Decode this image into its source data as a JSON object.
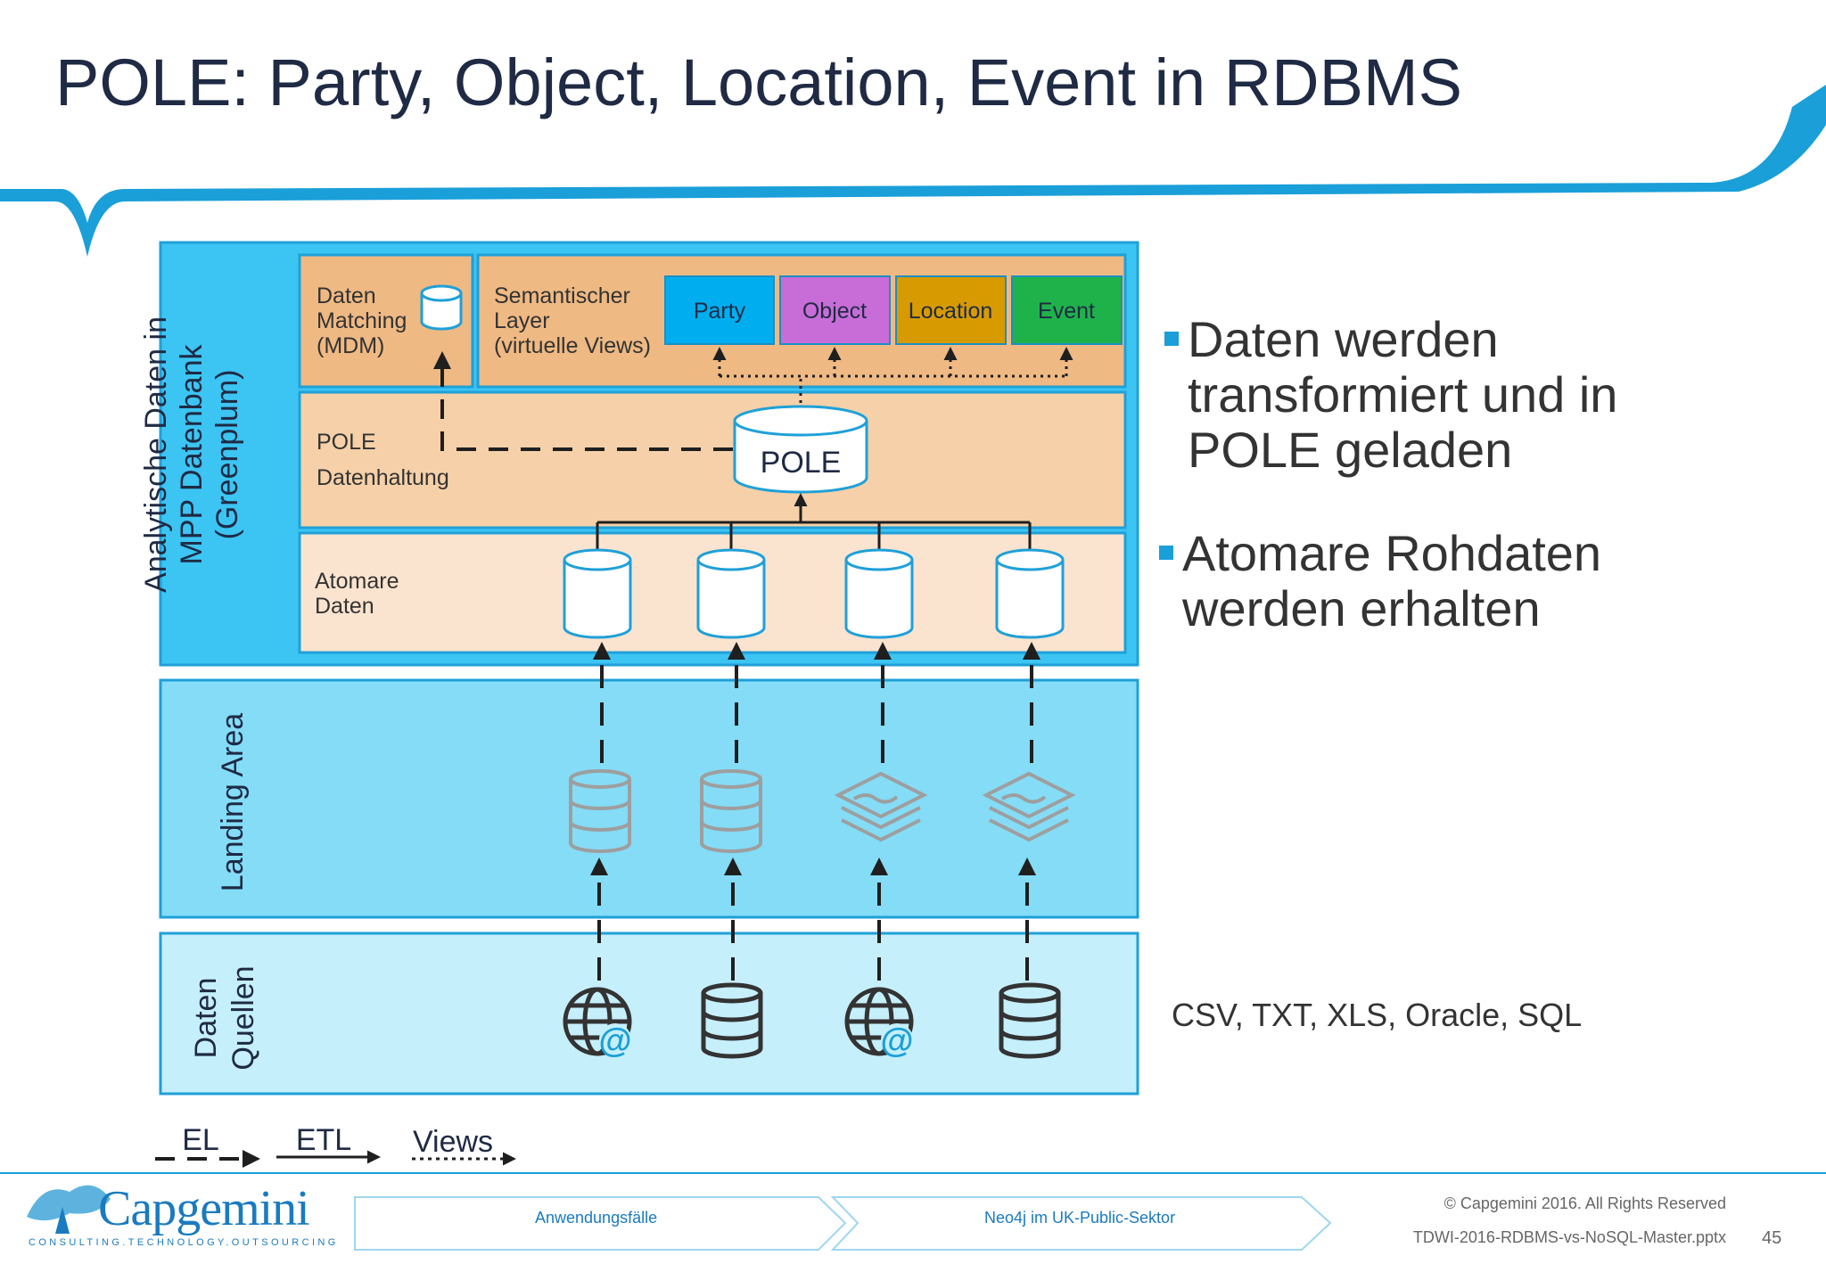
{
  "title": "POLE: Party, Object, Location, Event in RDBMS",
  "diagram": {
    "bands": {
      "analytics": [
        "Analytische Daten in",
        "MPP Datenbank",
        "(Greenplum)"
      ],
      "landing": "Landing Area",
      "sources": [
        "Daten",
        "Quellen"
      ]
    },
    "mdm": [
      "Daten",
      "Matching",
      "(MDM)"
    ],
    "semantic": [
      "Semantischer",
      "Layer",
      "(virtuelle Views)"
    ],
    "views": [
      {
        "label": "Party",
        "color": "#00aeef"
      },
      {
        "label": "Object",
        "color": "#c86dd7"
      },
      {
        "label": "Location",
        "color": "#d79a00"
      },
      {
        "label": "Event",
        "color": "#1fb24a"
      }
    ],
    "pole_layer": [
      "POLE",
      "Datenhaltung"
    ],
    "pole_db": "POLE",
    "atomic": [
      "Atomare",
      "Daten"
    ],
    "legend": {
      "el": "EL",
      "etl": "ETL",
      "views": "Views"
    }
  },
  "bullets": [
    [
      "Daten werden",
      "transformiert und in",
      "POLE geladen"
    ],
    [
      "Atomare Rohdaten",
      "werden erhalten"
    ]
  ],
  "source_note": "CSV, TXT, XLS, Oracle, SQL",
  "footer": {
    "logo": "Capgemini",
    "tagline": "CONSULTING.TECHNOLOGY.OUTSOURCING",
    "crumbs": [
      "Anwendungsfälle",
      "Neo4j im UK-Public-Sektor"
    ],
    "copyright": "© Capgemini 2016. All Rights Reserved",
    "file": "TDWI-2016-RDBMS-vs-NoSQL-Master.pptx",
    "page": "45"
  },
  "colors": {
    "brand": "#1a7bbf",
    "accent": "#1a9fd9",
    "band_dark": "#3cc4f2",
    "band_mid": "#84dcf7",
    "band_light": "#c5effb",
    "layer_orange": "#efb983",
    "layer_peach": "#f5d0a8",
    "layer_light": "#fbe4cf"
  }
}
